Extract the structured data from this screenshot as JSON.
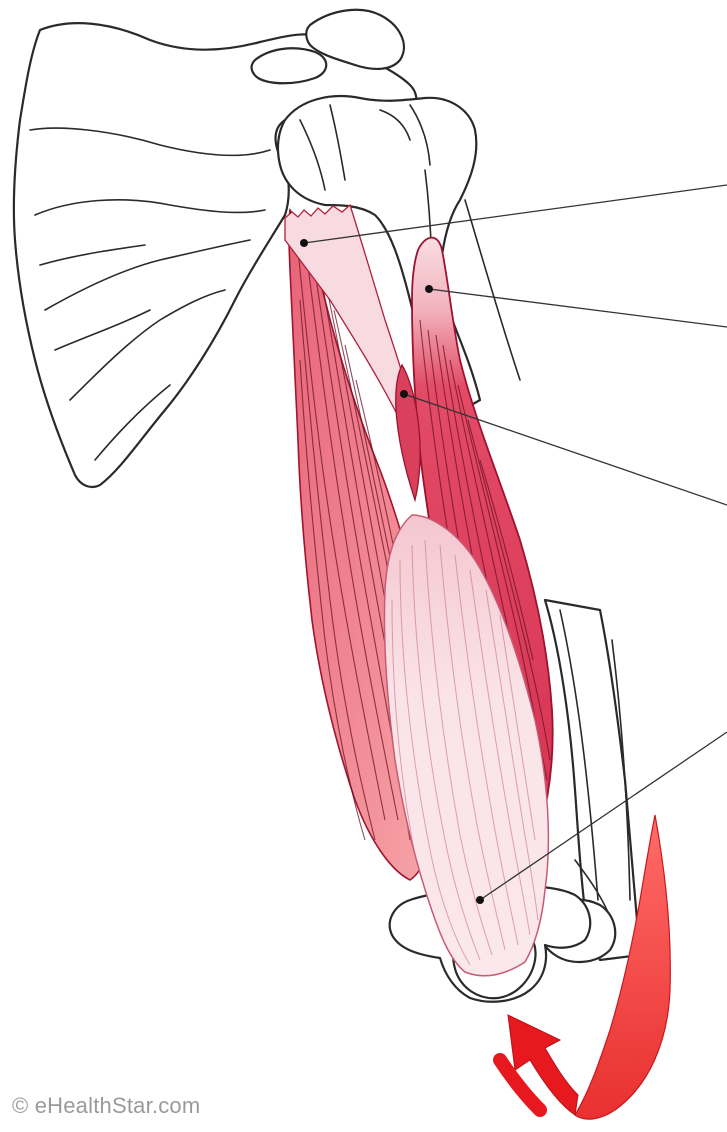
{
  "figure": {
    "credit": "© eHealthStar.com",
    "colors": {
      "muscle_dark": "#c8243f",
      "muscle_mid": "#e8546e",
      "muscle_light": "#f4a3ae",
      "tendon": "#f8dde3",
      "arrow": "#e8181f",
      "arrow_light": "#ff5a58",
      "bone_outline": "#2a2a2a"
    },
    "callouts": [
      {
        "id": "origin",
        "label": ""
      },
      {
        "id": "long-head",
        "label": ""
      },
      {
        "id": "lateral-head",
        "label": ""
      },
      {
        "id": "insertion",
        "label": ""
      }
    ],
    "icons": [
      "rotation-arrow-icon"
    ]
  }
}
